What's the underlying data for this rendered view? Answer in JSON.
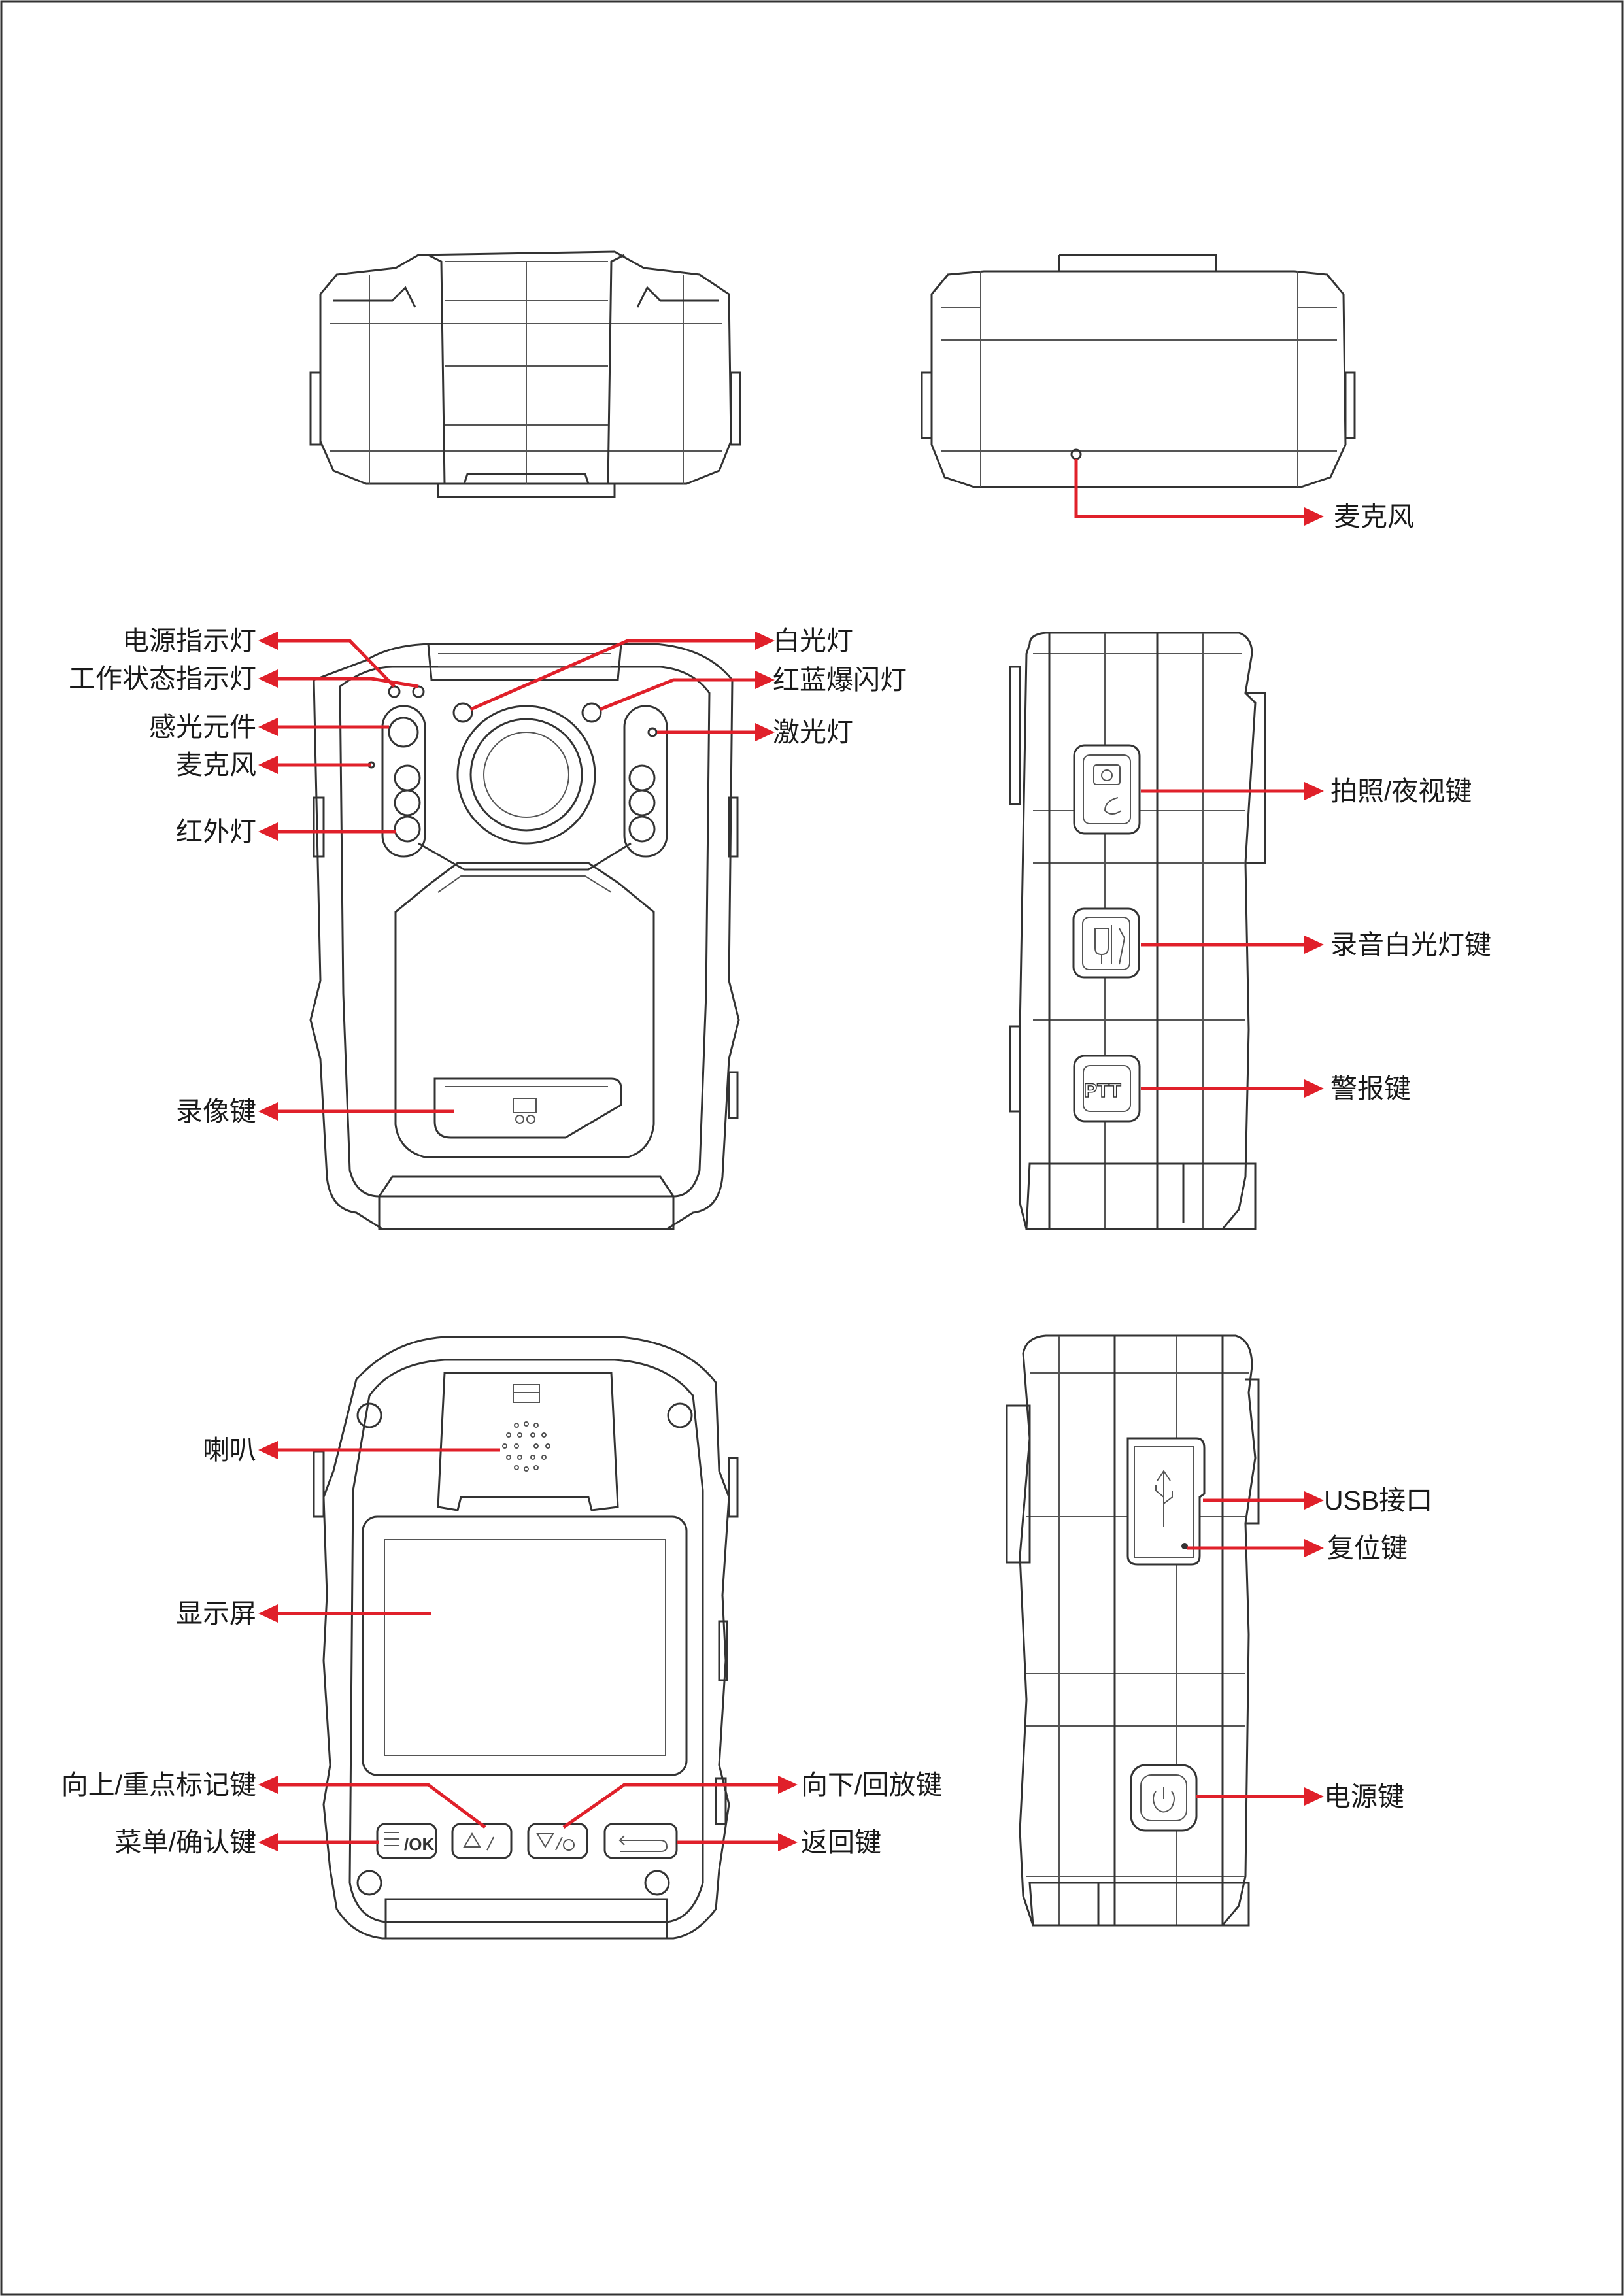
{
  "colors": {
    "accent": "#e0202a",
    "outline": "#333333",
    "background": "#ffffff"
  },
  "labels": {
    "top_mic": "麦克风",
    "power_indicator": "电源指示灯",
    "status_indicator": "工作状态指示灯",
    "light_sensor": "感光元件",
    "front_mic": "麦克风",
    "infrared": "红外灯",
    "record_button": "录像键",
    "white_light": "白光灯",
    "red_blue_flash": "红蓝爆闪灯",
    "laser": "激光灯",
    "photo_night_button": "拍照/夜视键",
    "audio_light_button": "录音白光灯键",
    "alarm_button": "警报键",
    "speaker": "喇叭",
    "display": "显示屏",
    "up_mark_button": "向上/重点标记键",
    "menu_ok_button": "菜单/确认键",
    "down_playback_button": "向下/回放键",
    "back_button": "返回键",
    "usb_port": "USB接口",
    "reset_button": "复位键",
    "power_button": "电源键"
  },
  "glyphs": {
    "ok_key": "/OK",
    "ptt_key": "PTT"
  }
}
